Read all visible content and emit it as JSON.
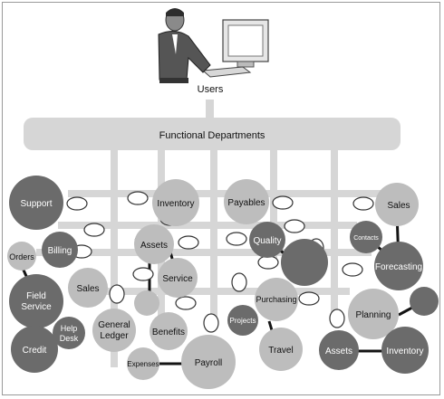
{
  "users": {
    "label": "Users"
  },
  "functional_bar": {
    "label": "Functional Departments"
  },
  "nodes": {
    "support": "Support",
    "inventory_top": "Inventory",
    "payables": "Payables",
    "sales_right": "Sales",
    "billing": "Billing",
    "assets_mid": "Assets",
    "quality": "Quality",
    "contacts": "Contacts",
    "orders": "Orders",
    "forecasting": "Forecasting",
    "field_service": "Field\nService",
    "sales_left": "Sales",
    "service": "Service",
    "purchasing": "Purchasing",
    "planning": "Planning",
    "help_desk": "Help\nDesk",
    "general_ledger": "General\nLedger",
    "benefits": "Benefits",
    "projects": "Projects",
    "credit": "Credit",
    "travel": "Travel",
    "assets_right": "Assets",
    "inventory_right": "Inventory",
    "expenses": "Expenses",
    "payroll": "Payroll"
  },
  "colors": {
    "bar": "#d6d6d6",
    "dark": "#6b6b6b",
    "light": "#bdbdbd",
    "link": "#141414"
  }
}
